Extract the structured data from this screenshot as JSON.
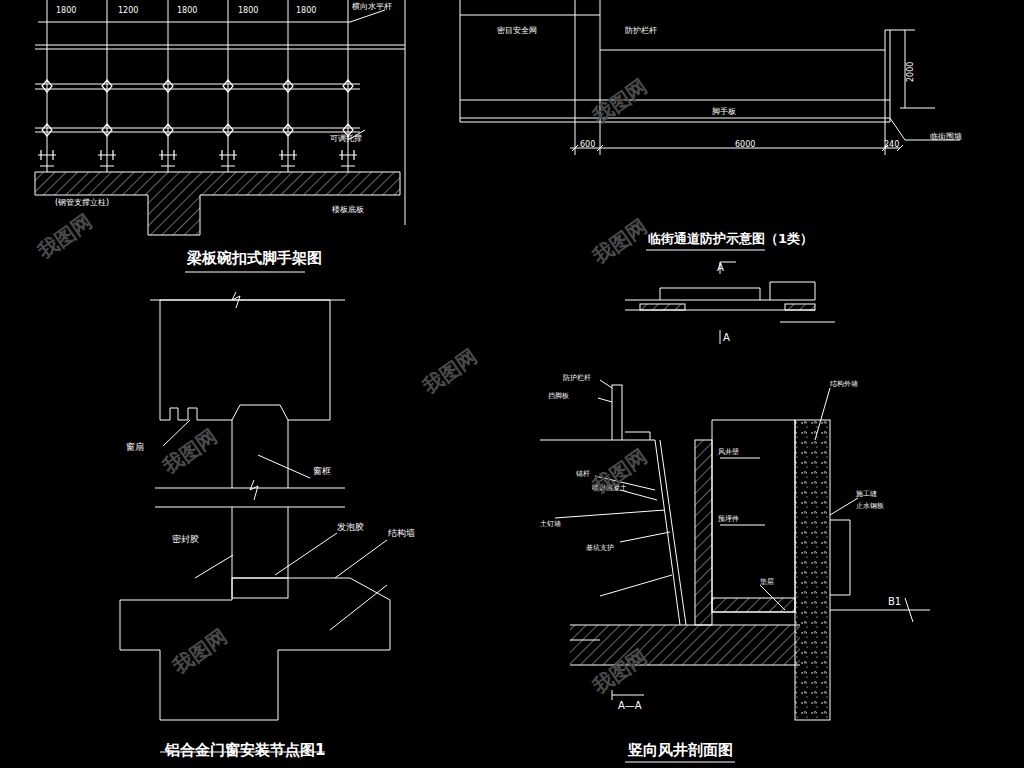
{
  "diagram": {
    "labels": [
      "1800",
      "1200",
      "1800",
      "1800",
      "1800",
      "横向水平杆",
      "可调托撑",
      "(钢管支撑立柱)",
      "楼板底板",
      "梁板碗扣式脚手架图",
      "密目安全网",
      "防护栏杆",
      "脚手板",
      "2000",
      "600",
      "6000",
      "240",
      "临街围墙",
      "临街通道防护示意图（1类）",
      "A",
      "A",
      "窗扇",
      "窗框",
      "密封胶",
      "发泡胶",
      "结构墙",
      "铝合金门窗安装节点图1",
      "防护栏杆",
      "挡脚板",
      "锚杆",
      "喷射混凝土",
      "土钉墙",
      "基坑支护",
      "结构外墙",
      "风井壁",
      "预埋件",
      "施工缝",
      "止水钢板",
      "垫层",
      "A—A",
      "B1",
      "竖向风井剖面图",
      "我图网",
      "我图网",
      "我图网",
      "我图网",
      "我图网",
      "我图网",
      "我图网",
      "我图网"
    ]
  }
}
